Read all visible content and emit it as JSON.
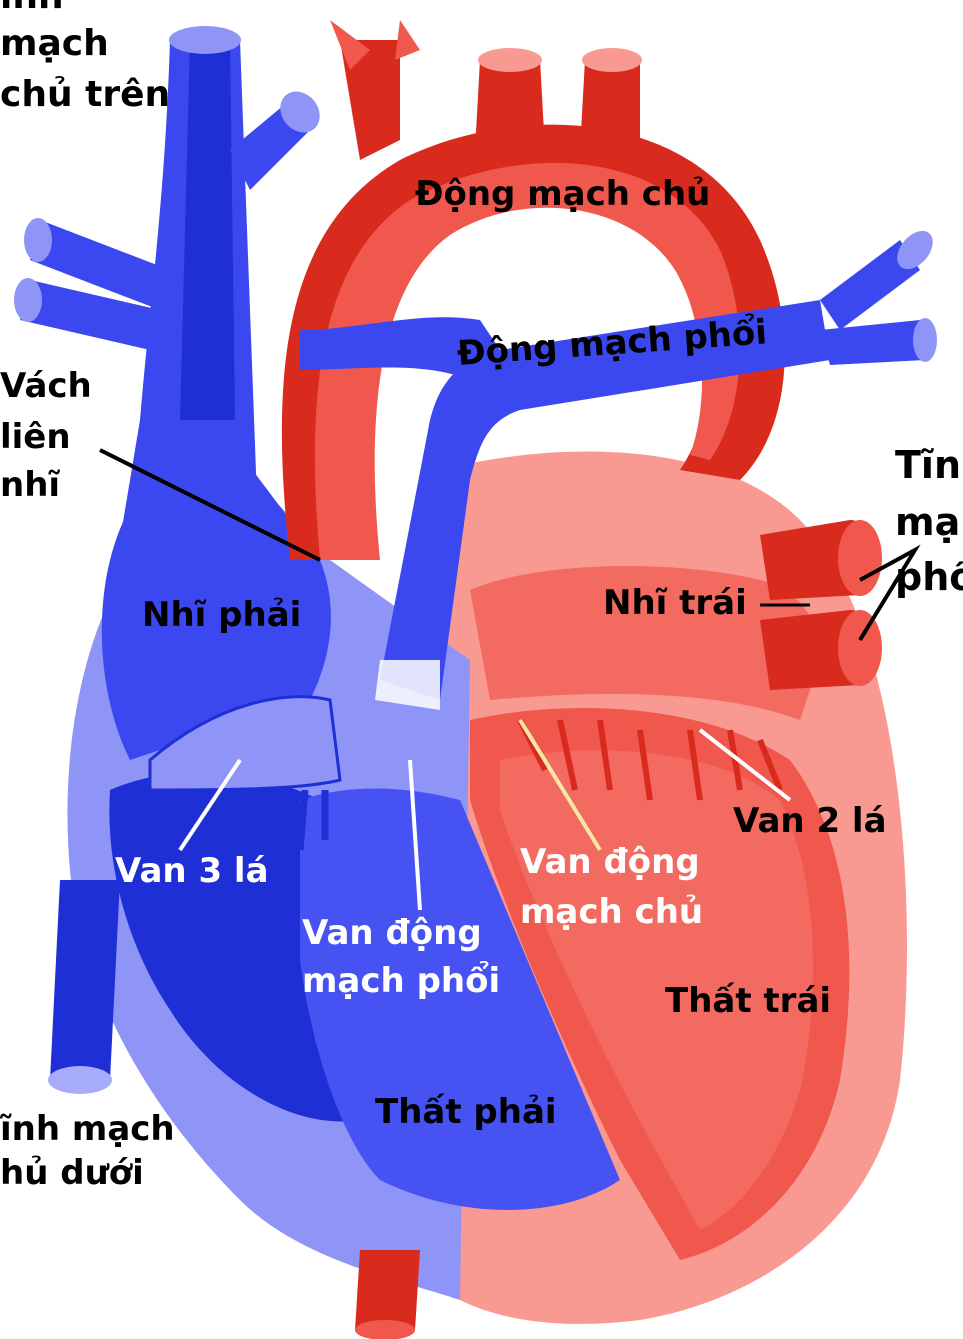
{
  "labels": {
    "sup_vena_cava": [
      "ĩnh",
      "mạch",
      "chủ trên"
    ],
    "aorta": "Động mạch chủ",
    "pulmonary_artery": "Động mạch phổi",
    "septum": [
      "Vách",
      "liên",
      "nhĩ"
    ],
    "pulmonary_vein": [
      "Tĩn",
      "mạ",
      "phổ"
    ],
    "right_atrium": "Nhĩ phải",
    "left_atrium": "Nhĩ trái",
    "mitral_valve": "Van 2 lá",
    "tricuspid_valve": "Van 3 lá",
    "aortic_valve": [
      "Van động",
      "mạch chủ"
    ],
    "pulmonary_valve": [
      "Van động",
      "mạch phổi"
    ],
    "left_ventricle": "Thất trái",
    "right_ventricle": "Thất phải",
    "inf_vena_cava": [
      "ĩnh mạch",
      "hủ dưới"
    ]
  },
  "colors": {
    "blue_dark": "#1f2fd6",
    "blue_mid": "#3b48f0",
    "blue_light": "#8f95f7",
    "red_dark": "#d92a1e",
    "red_mid": "#f0584e",
    "red_light": "#f89a92"
  }
}
